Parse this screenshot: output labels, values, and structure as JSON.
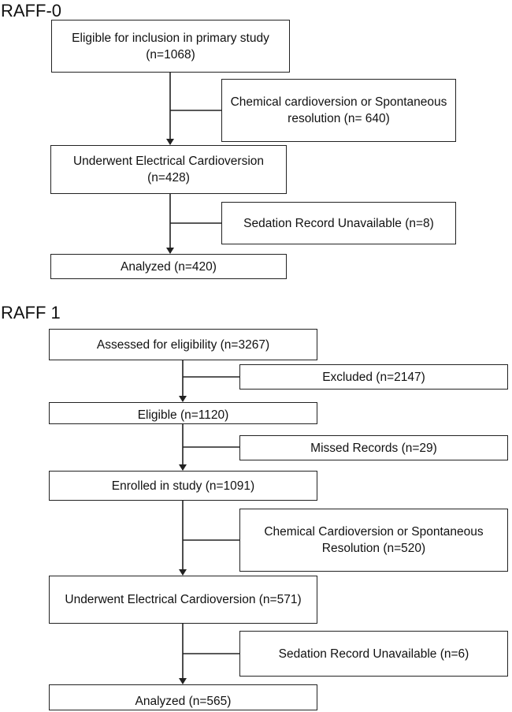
{
  "raff0": {
    "title": "RAFF-0",
    "boxes": [
      {
        "id": "eligible_primary",
        "text": "Eligible for inclusion in primary study (n=1068)"
      },
      {
        "id": "chemical_spontaneous",
        "text": "Chemical cardioversion or Spontaneous resolution (n= 640)"
      },
      {
        "id": "underwent_ec",
        "text": "Underwent Electrical Cardioversion (n=428)"
      },
      {
        "id": "sedation_unavailable",
        "text": "Sedation Record Unavailable (n=8)"
      },
      {
        "id": "analyzed",
        "text": "Analyzed (n=420)"
      }
    ]
  },
  "raff1": {
    "title": "RAFF 1",
    "boxes": [
      {
        "id": "assessed",
        "text": "Assessed for eligibility (n=3267)"
      },
      {
        "id": "excluded",
        "text": "Excluded (n=2147)"
      },
      {
        "id": "eligible",
        "text": "Eligible (n=1120)"
      },
      {
        "id": "missed_records",
        "text": "Missed Records (n=29)"
      },
      {
        "id": "enrolled",
        "text": "Enrolled in study (n=1091)"
      },
      {
        "id": "chemical_spontaneous",
        "text": "Chemical Cardioversion or Spontaneous Resolution (n=520)"
      },
      {
        "id": "underwent_ec",
        "text": "Underwent Electrical Cardioversion (n=571)"
      },
      {
        "id": "sedation_unavailable",
        "text": "Sedation Record Unavailable (n=6)"
      },
      {
        "id": "analyzed",
        "text": "Analyzed (n=565)"
      }
    ]
  },
  "colors": {
    "line": "#222222",
    "text": "#111111",
    "background": "#ffffff"
  }
}
